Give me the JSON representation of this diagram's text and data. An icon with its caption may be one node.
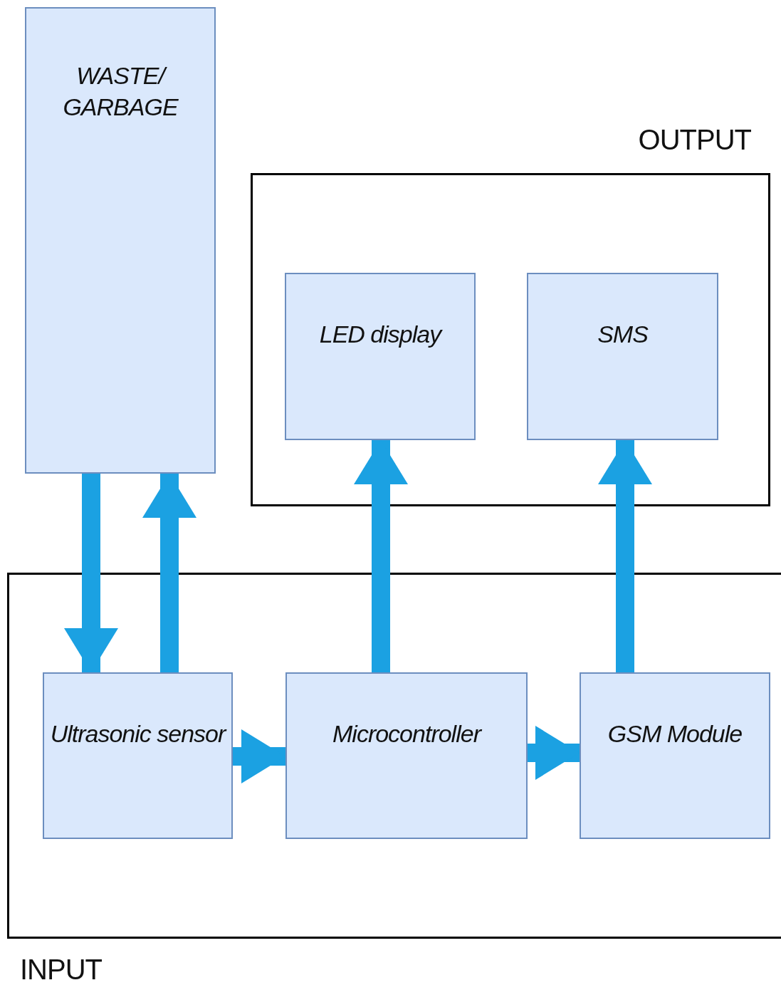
{
  "diagram": {
    "nodes": [
      {
        "text": [
          "WASTE/ GARBAGE"
        ]
      },
      {
        "text": [
          "OUTPUT"
        ]
      },
      {
        "text": [
          "LED display"
        ],
        "in": 1
      },
      {
        "text": [
          "SMS"
        ],
        "in": 1
      },
      {
        "text": [
          "INPUT"
        ]
      },
      {
        "text": [
          "Ultrasonic sensor"
        ],
        "in": 4
      },
      {
        "text": [
          "Microcontroller"
        ],
        "in": 4
      },
      {
        "text": [
          "GSM Module"
        ],
        "in": 4
      }
    ],
    "edges": [
      {
        "from": 0,
        "to": 5,
        "arrow": "to"
      },
      {
        "from": 5,
        "to": 0,
        "arrow": "to"
      },
      {
        "from": 5,
        "to": 6,
        "arrow": "to"
      },
      {
        "from": 6,
        "to": 7,
        "arrow": "to"
      },
      {
        "from": 6,
        "to": 2,
        "arrow": "to"
      },
      {
        "from": 7,
        "to": 3,
        "arrow": "to"
      }
    ]
  }
}
